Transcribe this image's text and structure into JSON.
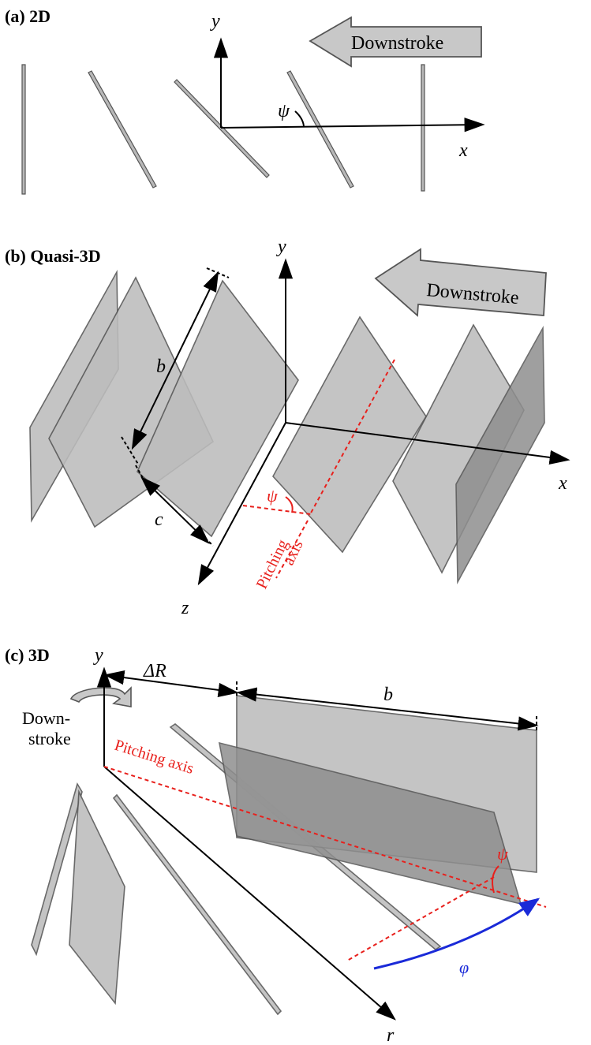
{
  "panels": {
    "a": {
      "title": "(a) 2D",
      "x_label": "x",
      "y_label": "y",
      "angle_label": "ψ",
      "stroke_arrow_label": "Downstroke"
    },
    "b": {
      "title": "(b) Quasi-3D",
      "x_label": "x",
      "y_label": "y",
      "z_label": "z",
      "span_label": "b",
      "chord_label": "c",
      "angle_label": "ψ",
      "pitch_axis_line1": "Pitching",
      "pitch_axis_line2": "axis",
      "stroke_arrow_label": "Downstroke"
    },
    "c": {
      "title": "(c) 3D",
      "y_label": "y",
      "r_label": "r",
      "offset_label": "ΔR",
      "span_label": "b",
      "angle_label": "ψ",
      "stroke_angle_label": "φ",
      "pitch_axis_label": "Pitching axis",
      "stroke_label_line1": "Down-",
      "stroke_label_line2": "stroke"
    }
  },
  "colors": {
    "plate": "#bdbdbd",
    "plate_dark": "#8f8f8f",
    "outline": "#555555",
    "pitch_axis": "#e8201c",
    "stroke_angle": "#1a2ad8",
    "stroke_arrow_fill": "#c8c8c8"
  }
}
